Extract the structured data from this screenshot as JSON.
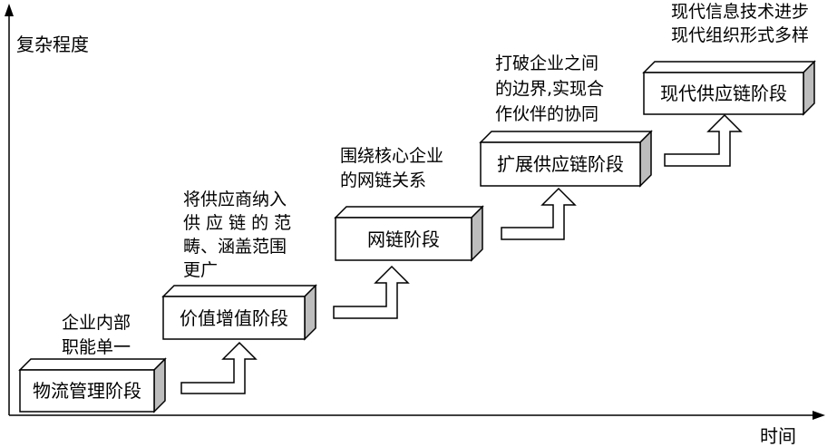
{
  "axes": {
    "y_label": "复杂程度",
    "x_label": "时间"
  },
  "stages": [
    {
      "label": "物流管理阶段",
      "note": [
        "企业内部",
        "职能单一"
      ]
    },
    {
      "label": "价值增值阶段",
      "note": [
        "将供应商纳入",
        "供 应 链 的 范",
        "畴、涵盖范围",
        "更广"
      ]
    },
    {
      "label": "网链阶段",
      "note": [
        "围绕核心企业",
        "的网链关系"
      ]
    },
    {
      "label": "扩展供应链阶段",
      "note": [
        "打破企业之间",
        "的边界,实现合",
        "作伙伴的协同"
      ]
    },
    {
      "label": "现代供应链阶段",
      "note": [
        "现代信息技术进步",
        "现代组织形式多样"
      ]
    }
  ]
}
